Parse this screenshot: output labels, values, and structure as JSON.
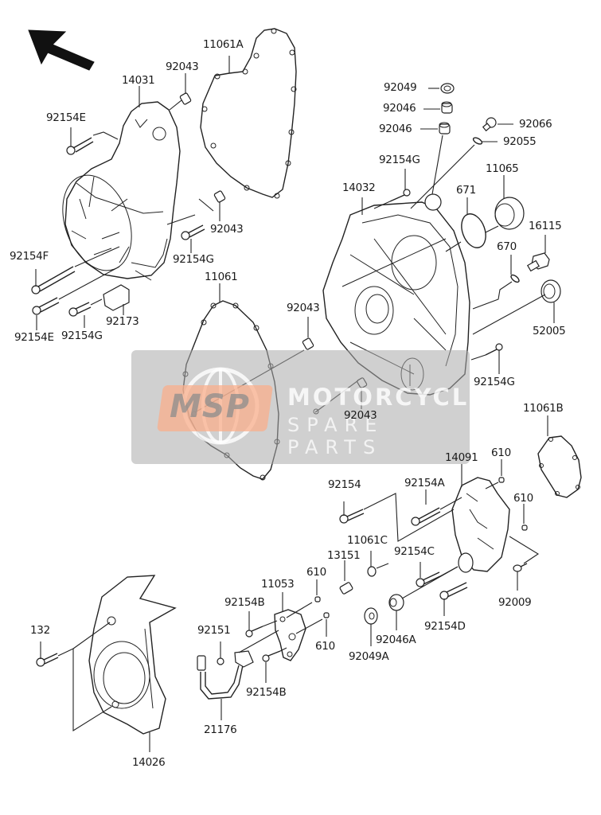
{
  "diagram": {
    "title": "Engine Cover(s) exploded parts diagram",
    "direction_arrow": "front-direction-arrow",
    "labels": [
      {
        "id": "l-11061A",
        "text": "11061A"
      },
      {
        "id": "l-92043-a",
        "text": "92043"
      },
      {
        "id": "l-14031",
        "text": "14031"
      },
      {
        "id": "l-92154E-a",
        "text": "92154E"
      },
      {
        "id": "l-92049",
        "text": "92049"
      },
      {
        "id": "l-92046-a",
        "text": "92046"
      },
      {
        "id": "l-92046-b",
        "text": "92046"
      },
      {
        "id": "l-92066",
        "text": "92066"
      },
      {
        "id": "l-92055",
        "text": "92055"
      },
      {
        "id": "l-92154G-a",
        "text": "92154G"
      },
      {
        "id": "l-14032",
        "text": "14032"
      },
      {
        "id": "l-671",
        "text": "671"
      },
      {
        "id": "l-11065",
        "text": "11065"
      },
      {
        "id": "l-16115",
        "text": "16115"
      },
      {
        "id": "l-670",
        "text": "670"
      },
      {
        "id": "l-52005",
        "text": "52005"
      },
      {
        "id": "l-92043-b",
        "text": "92043"
      },
      {
        "id": "l-92154G-b",
        "text": "92154G"
      },
      {
        "id": "l-92154F",
        "text": "92154F"
      },
      {
        "id": "l-11061",
        "text": "11061"
      },
      {
        "id": "l-92043-c",
        "text": "92043"
      },
      {
        "id": "l-92173",
        "text": "92173"
      },
      {
        "id": "l-92154E-b",
        "text": "92154E"
      },
      {
        "id": "l-92154G-c",
        "text": "92154G"
      },
      {
        "id": "l-92154G-d",
        "text": "92154G"
      },
      {
        "id": "l-92043-d",
        "text": "92043"
      },
      {
        "id": "l-11061B",
        "text": "11061B"
      },
      {
        "id": "l-14091",
        "text": "14091"
      },
      {
        "id": "l-610-a",
        "text": "610"
      },
      {
        "id": "l-92154",
        "text": "92154"
      },
      {
        "id": "l-92154A",
        "text": "92154A"
      },
      {
        "id": "l-610-b",
        "text": "610"
      },
      {
        "id": "l-11061C",
        "text": "11061C"
      },
      {
        "id": "l-13151",
        "text": "13151"
      },
      {
        "id": "l-92154C",
        "text": "92154C"
      },
      {
        "id": "l-11053",
        "text": "11053"
      },
      {
        "id": "l-610-c",
        "text": "610"
      },
      {
        "id": "l-92154B-a",
        "text": "92154B"
      },
      {
        "id": "l-92009",
        "text": "92009"
      },
      {
        "id": "l-92154D",
        "text": "92154D"
      },
      {
        "id": "l-92046A",
        "text": "92046A"
      },
      {
        "id": "l-92151",
        "text": "92151"
      },
      {
        "id": "l-610-d",
        "text": "610"
      },
      {
        "id": "l-92049A",
        "text": "92049A"
      },
      {
        "id": "l-132",
        "text": "132"
      },
      {
        "id": "l-92154B-b",
        "text": "92154B"
      },
      {
        "id": "l-21176",
        "text": "21176"
      },
      {
        "id": "l-14026",
        "text": "14026"
      }
    ]
  },
  "watermark": {
    "logo": "MSP",
    "line1": "MOTORCYCLE",
    "line2": "SPARE PARTS",
    "logo_color": "#f7a98a",
    "panel_color": "#aaaaaa"
  }
}
